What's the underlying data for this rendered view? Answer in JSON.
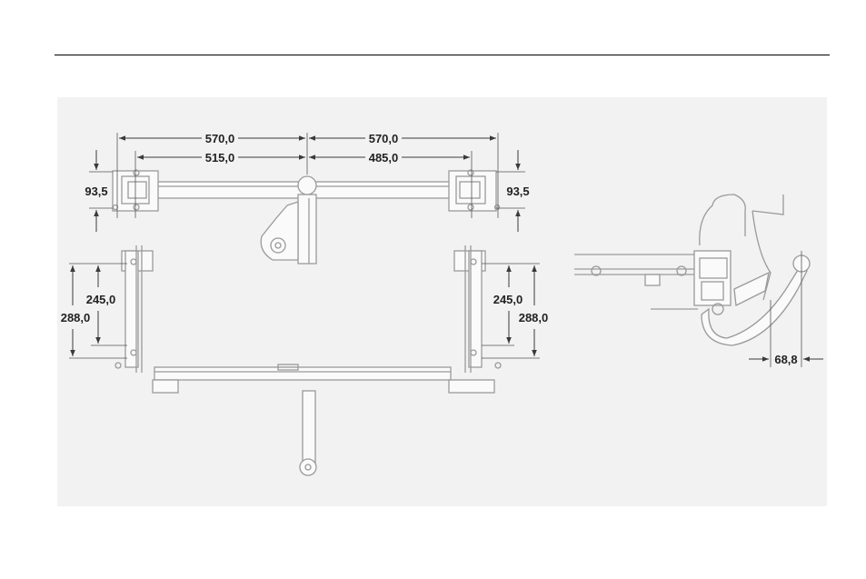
{
  "dimensions": {
    "top_left_outer": "570,0",
    "top_right_outer": "570,0",
    "top_left_inner": "515,0",
    "top_right_inner": "485,0",
    "left_height": "93,5",
    "right_height": "93,5",
    "left_inner_vertical": "245,0",
    "left_outer_vertical": "288,0",
    "right_inner_vertical": "245,0",
    "right_outer_vertical": "288,0",
    "side_offset": "68,8"
  },
  "colors": {
    "panel_background": "#f2f2f2",
    "line_art": "#9a9a9a",
    "dimension_lines": "#3a3a3a"
  }
}
